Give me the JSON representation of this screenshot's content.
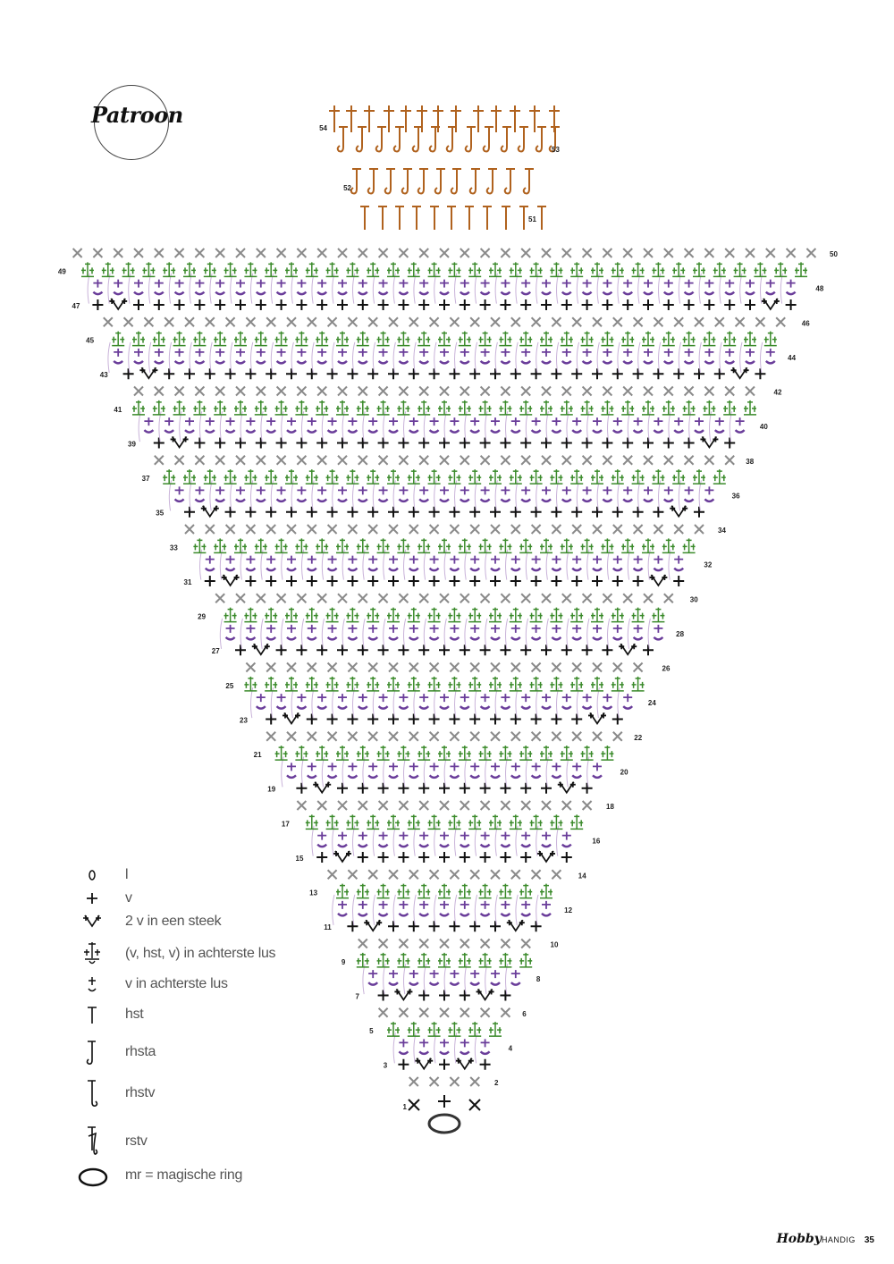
{
  "badge": {
    "title": "Patroon"
  },
  "chart_data": {
    "type": "crochet-chart",
    "total_rounds": 54,
    "round_labels": [
      "1",
      "2",
      "3",
      "4",
      "5",
      "6",
      "7",
      "8",
      "9",
      "10",
      "11",
      "12",
      "13",
      "14",
      "15",
      "16",
      "17",
      "18",
      "19",
      "20",
      "21",
      "22",
      "23",
      "24",
      "25",
      "26",
      "27",
      "28",
      "29",
      "30",
      "31",
      "32",
      "33",
      "34",
      "35",
      "36",
      "37",
      "38",
      "39",
      "40",
      "41",
      "42",
      "43",
      "44",
      "45",
      "46",
      "47",
      "48",
      "49",
      "50"
    ],
    "top_round_labels": [
      "51",
      "52",
      "53",
      "54"
    ],
    "colors": {
      "black": "#111111",
      "purple": "#6a3d9a",
      "green": "#3a8a2a",
      "grey": "#8a8a8a",
      "brown": "#b0621e"
    }
  },
  "legend": [
    {
      "symbol": "l",
      "label": "l"
    },
    {
      "symbol": "v",
      "label": "v"
    },
    {
      "symbol": "2v",
      "label": "2 v in een steek"
    },
    {
      "symbol": "vhstv",
      "label": "(v, hst, v) in achterste lus"
    },
    {
      "symbol": "val",
      "label": "v in achterste lus"
    },
    {
      "symbol": "hst",
      "label": "hst"
    },
    {
      "symbol": "rhsta",
      "label": "rhsta"
    },
    {
      "symbol": "rhstv",
      "label": "rhstv"
    },
    {
      "symbol": "rstv",
      "label": "rstv"
    },
    {
      "symbol": "mr",
      "label": "mr = magische ring"
    }
  ],
  "footer": {
    "brand": "Hobby",
    "brand2": "HANDIG",
    "page_number": "35"
  }
}
